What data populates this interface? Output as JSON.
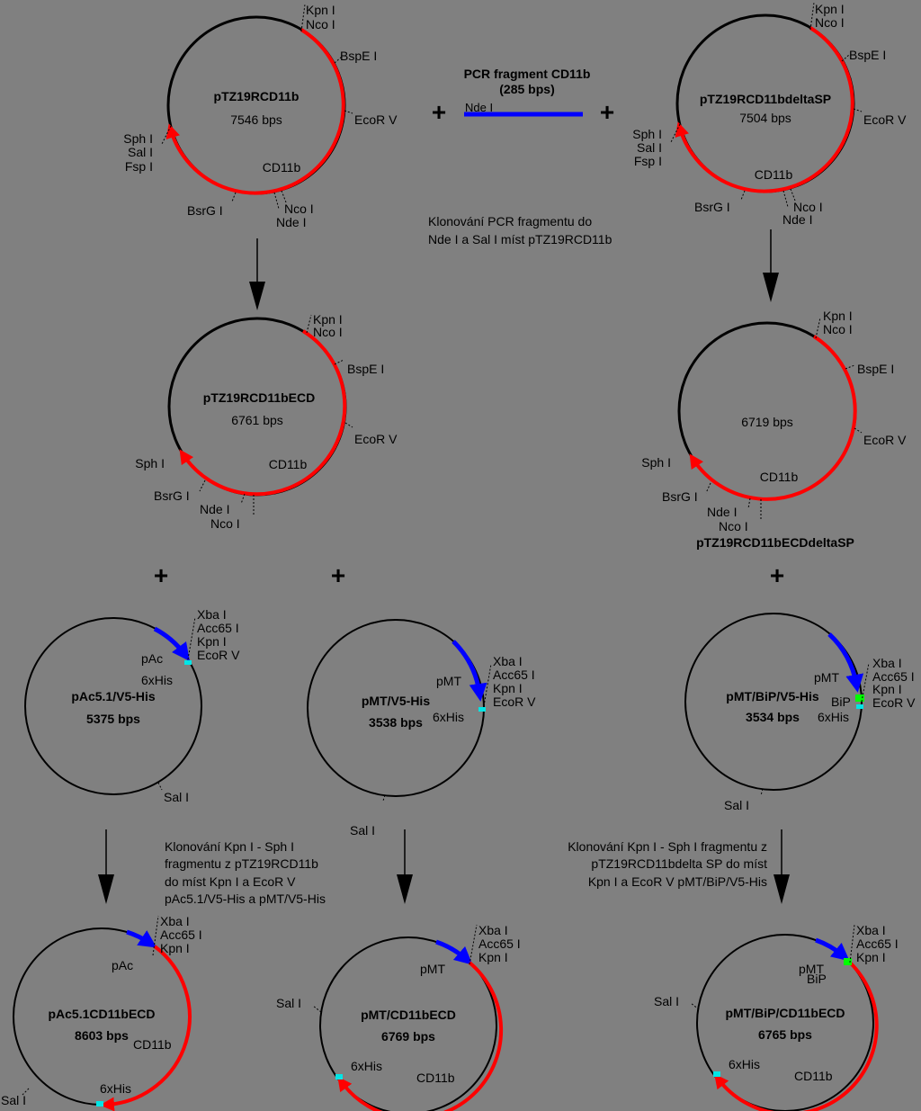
{
  "colors": {
    "background": "#808080",
    "backbone": "#000000",
    "insert": "#ff0000",
    "promoter": "#0000ff",
    "tag": "#00e5e5",
    "signal": "#00ff00"
  },
  "plasmids": [
    {
      "id": "pTZ19RCD11b",
      "name": "pTZ19RCD11b",
      "size": "7546 bps",
      "sites": [
        "Kpn I",
        "Nco I",
        "BspE I",
        "EcoR V",
        "Sph I",
        "Sal I",
        "Fsp I",
        "BsrG I",
        "Nco I",
        "Nde I"
      ],
      "features": [
        "CD11b"
      ]
    },
    {
      "id": "pTZ19RCD11bdeltaSP",
      "name": "pTZ19RCD11bdeltaSP",
      "size": "7504 bps",
      "sites": [
        "Kpn I",
        "Nco I",
        "BspE I",
        "EcoR V",
        "Sph I",
        "Sal I",
        "Fsp I",
        "BsrG I",
        "Nco I",
        "Nde I"
      ],
      "features": [
        "CD11b"
      ]
    },
    {
      "id": "pTZ19RCD11bECD",
      "name": "pTZ19RCD11bECD",
      "size": "6761 bps",
      "sites": [
        "Kpn I",
        "Nco I",
        "BspE I",
        "EcoR V",
        "Sph I",
        "BsrG I",
        "Nde I",
        "Nco I"
      ],
      "features": [
        "CD11b"
      ]
    },
    {
      "id": "ecd-deltasp",
      "name": "pTZ19RCD11bECDdeltaSP",
      "size": "6719 bps",
      "sites": [
        "Kpn I",
        "Nco I",
        "BspE I",
        "EcoR V",
        "Sph I",
        "BsrG I",
        "Nde I",
        "Nco I"
      ],
      "features": [
        "CD11b"
      ]
    },
    {
      "id": "pAc51V5His",
      "name": "pAc5.1/V5-His",
      "size": "5375 bps",
      "sites": [
        "Xba I",
        "Acc65 I",
        "Kpn I",
        "EcoR V",
        "Sal I"
      ],
      "features": [
        "pAc",
        "6xHis"
      ]
    },
    {
      "id": "pMTV5His",
      "name": "pMT/V5-His",
      "size": "3538 bps",
      "sites": [
        "Xba I",
        "Acc65 I",
        "Kpn I",
        "EcoR V",
        "Sal I"
      ],
      "features": [
        "pMT",
        "6xHis"
      ]
    },
    {
      "id": "pMTBiPV5His",
      "name": "pMT/BiP/V5-His",
      "size": "3534 bps",
      "sites": [
        "Xba I",
        "Acc65 I",
        "Kpn I",
        "EcoR V",
        "Sal I"
      ],
      "features": [
        "pMT",
        "BiP",
        "6xHis"
      ]
    },
    {
      "id": "pAc51CD11bECD",
      "name": "pAc5.1CD11bECD",
      "size": "8603 bps",
      "sites": [
        "Xba I",
        "Acc65 I",
        "Kpn I",
        "Sal I"
      ],
      "features": [
        "pAc",
        "CD11b",
        "6xHis"
      ]
    },
    {
      "id": "pMTCD11bECD",
      "name": "pMT/CD11bECD",
      "size": "6769 bps",
      "sites": [
        "Xba I",
        "Acc65 I",
        "Kpn I",
        "Sal I"
      ],
      "features": [
        "pMT",
        "6xHis",
        "CD11b"
      ]
    },
    {
      "id": "pMTBiPCD11bECD",
      "name": "pMT/BiP/CD11bECD",
      "size": "6765 bps",
      "sites": [
        "Xba I",
        "Acc65 I",
        "Kpn I",
        "Sal I"
      ],
      "features": [
        "pMT",
        "BiP",
        "6xHis",
        "CD11b"
      ]
    }
  ],
  "pcr_fragment": {
    "title_line1": "PCR fragment CD11b",
    "title_line2": "(285 bps)",
    "site": "Nde I"
  },
  "notes": {
    "top_1": "Klonování PCR fragmentu do",
    "top_2": "Nde I a Sal I míst pTZ19RCD11b",
    "left_1": "Klonování Kpn I - Sph I",
    "left_2": "fragmentu z pTZ19RCD11b",
    "left_3": "do míst Kpn I a EcoR V",
    "left_4": "pAc5.1/V5-His a pMT/V5-His",
    "right_1": "Klonování Kpn I - Sph I fragmentu z",
    "right_2": "pTZ19RCD11bdelta SP do míst",
    "right_3": "Kpn I a EcoR V pMT/BiP/V5-His"
  },
  "symbols": {
    "plus": "+"
  }
}
